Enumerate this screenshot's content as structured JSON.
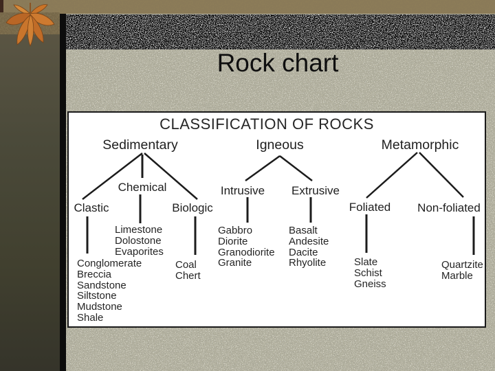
{
  "slide": {
    "title": "Rock chart",
    "decoration": "autumn-leaf"
  },
  "diagram": {
    "heading": "CLASSIFICATION OF ROCKS",
    "branches": [
      {
        "category": "Sedimentary",
        "subtypes": [
          {
            "name": "Clastic",
            "rocks": [
              "Conglomerate",
              "Breccia",
              "Sandstone",
              "Siltstone",
              "Mudstone",
              "Shale"
            ]
          },
          {
            "name": "Chemical",
            "rocks": [
              "Limestone",
              "Dolostone",
              "Evaporites"
            ]
          },
          {
            "name": "Biologic",
            "rocks": [
              "Coal",
              "Chert"
            ]
          }
        ]
      },
      {
        "category": "Igneous",
        "subtypes": [
          {
            "name": "Intrusive",
            "rocks": [
              "Gabbro",
              "Diorite",
              "Granodiorite",
              "Granite"
            ]
          },
          {
            "name": "Extrusive",
            "rocks": [
              "Basalt",
              "Andesite",
              "Dacite",
              "Rhyolite"
            ]
          }
        ]
      },
      {
        "category": "Metamorphic",
        "subtypes": [
          {
            "name": "Foliated",
            "rocks": [
              "Slate",
              "Schist",
              "Gneiss"
            ]
          },
          {
            "name": "Non-foliated",
            "rocks": [
              "Quartzite",
              "Marble"
            ]
          }
        ]
      }
    ]
  },
  "colors": {
    "slide_background": "#b2b09e",
    "top_band_brown": "#8a7a58",
    "black_band": "#070707",
    "left_column": "#46443a",
    "divider": "#0c0c0c",
    "panel_background": "#ffffff",
    "panel_border": "#191919",
    "diagram_text": "#202020",
    "title_text": "#0f0f0f",
    "leaf_orange": "#c9752c"
  }
}
